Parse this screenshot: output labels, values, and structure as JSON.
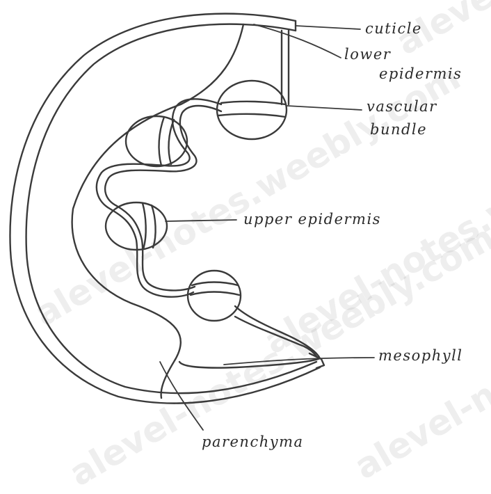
{
  "watermark": {
    "text": "alevel-notes.weebly.com"
  },
  "labels": {
    "cuticle": "cuticle",
    "lower_epidermis_1": "lower",
    "lower_epidermis_2": "epidermis",
    "vascular_bundle_1": "vascular",
    "vascular_bundle_2": "bundle",
    "upper_epidermis": "upper epidermis",
    "mesophyll": "mesophyll",
    "parenchyma": "parenchyma"
  },
  "colors": {
    "ink": "#3a3a3a",
    "background": "#ffffff"
  }
}
